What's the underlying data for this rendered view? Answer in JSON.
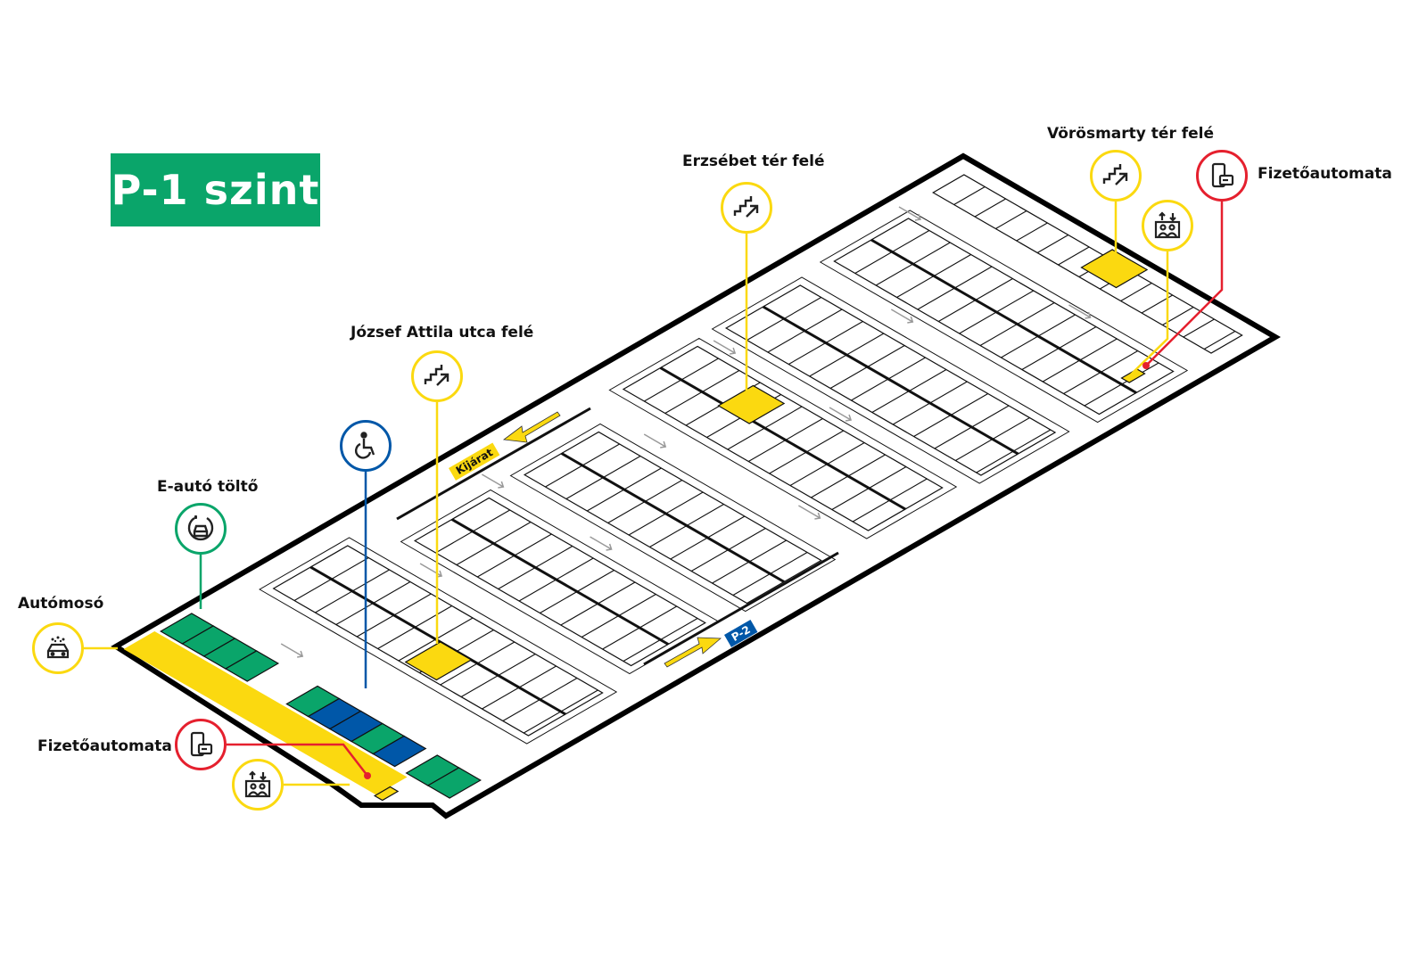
{
  "level_title": "P-1 szint",
  "labels": {
    "car_wash": "Autómosó",
    "ev_charger": "E-autó töltő",
    "payment_left": "Fizetőautomata",
    "payment_right": "Fizetőautomata",
    "stairs_jozsef": "József Attila utca felé",
    "stairs_erzsebet": "Erzsébet tér felé",
    "stairs_vorosmarty": "Vörösmarty tér felé"
  },
  "tags": {
    "exit": "Kijárat",
    "lower_level": "P-2"
  },
  "icons": {
    "car_wash": "car-wash-icon",
    "ev_charger": "ev-charger-icon",
    "payment": "payment-machine-icon",
    "elevator": "elevator-icon",
    "stairs": "stairs-icon",
    "accessible": "wheelchair-icon"
  },
  "colors": {
    "green": "#0aa56a",
    "yellow": "#fbd910",
    "blue": "#0057a8",
    "red": "#e5202e",
    "wall": "#000000"
  }
}
